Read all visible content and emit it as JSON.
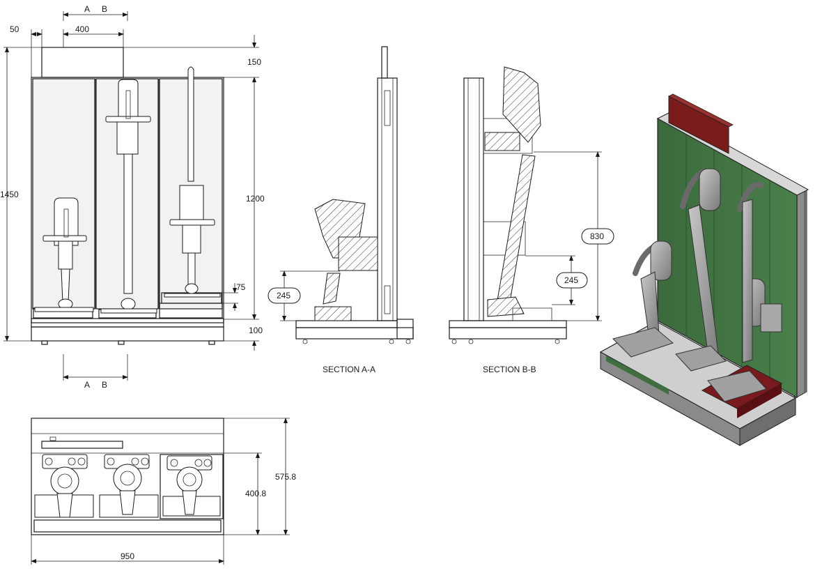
{
  "dimensions": {
    "width_offset": "50",
    "width_box": "400",
    "header_height": "150",
    "total_height": "1450",
    "panel_height": "1200",
    "step_height": "75",
    "base_height": "100",
    "bubble_section_a": "245",
    "bubble_section_b_upper": "830",
    "bubble_section_b_lower": "245",
    "plan_depth": "575.8",
    "plan_inner": "400.8",
    "plan_width": "950"
  },
  "section_markers": {
    "a": "A",
    "b": "B"
  },
  "captions": {
    "section_a": "SECTION A-A",
    "section_b": "SECTION B-B"
  },
  "colors": {
    "panel_green": "#3f6e40",
    "header_red": "#7a1c1c",
    "base_red": "#7b1a1e",
    "metal_grey": "#9a9a9a",
    "dark_grey": "#5a5a5a"
  }
}
